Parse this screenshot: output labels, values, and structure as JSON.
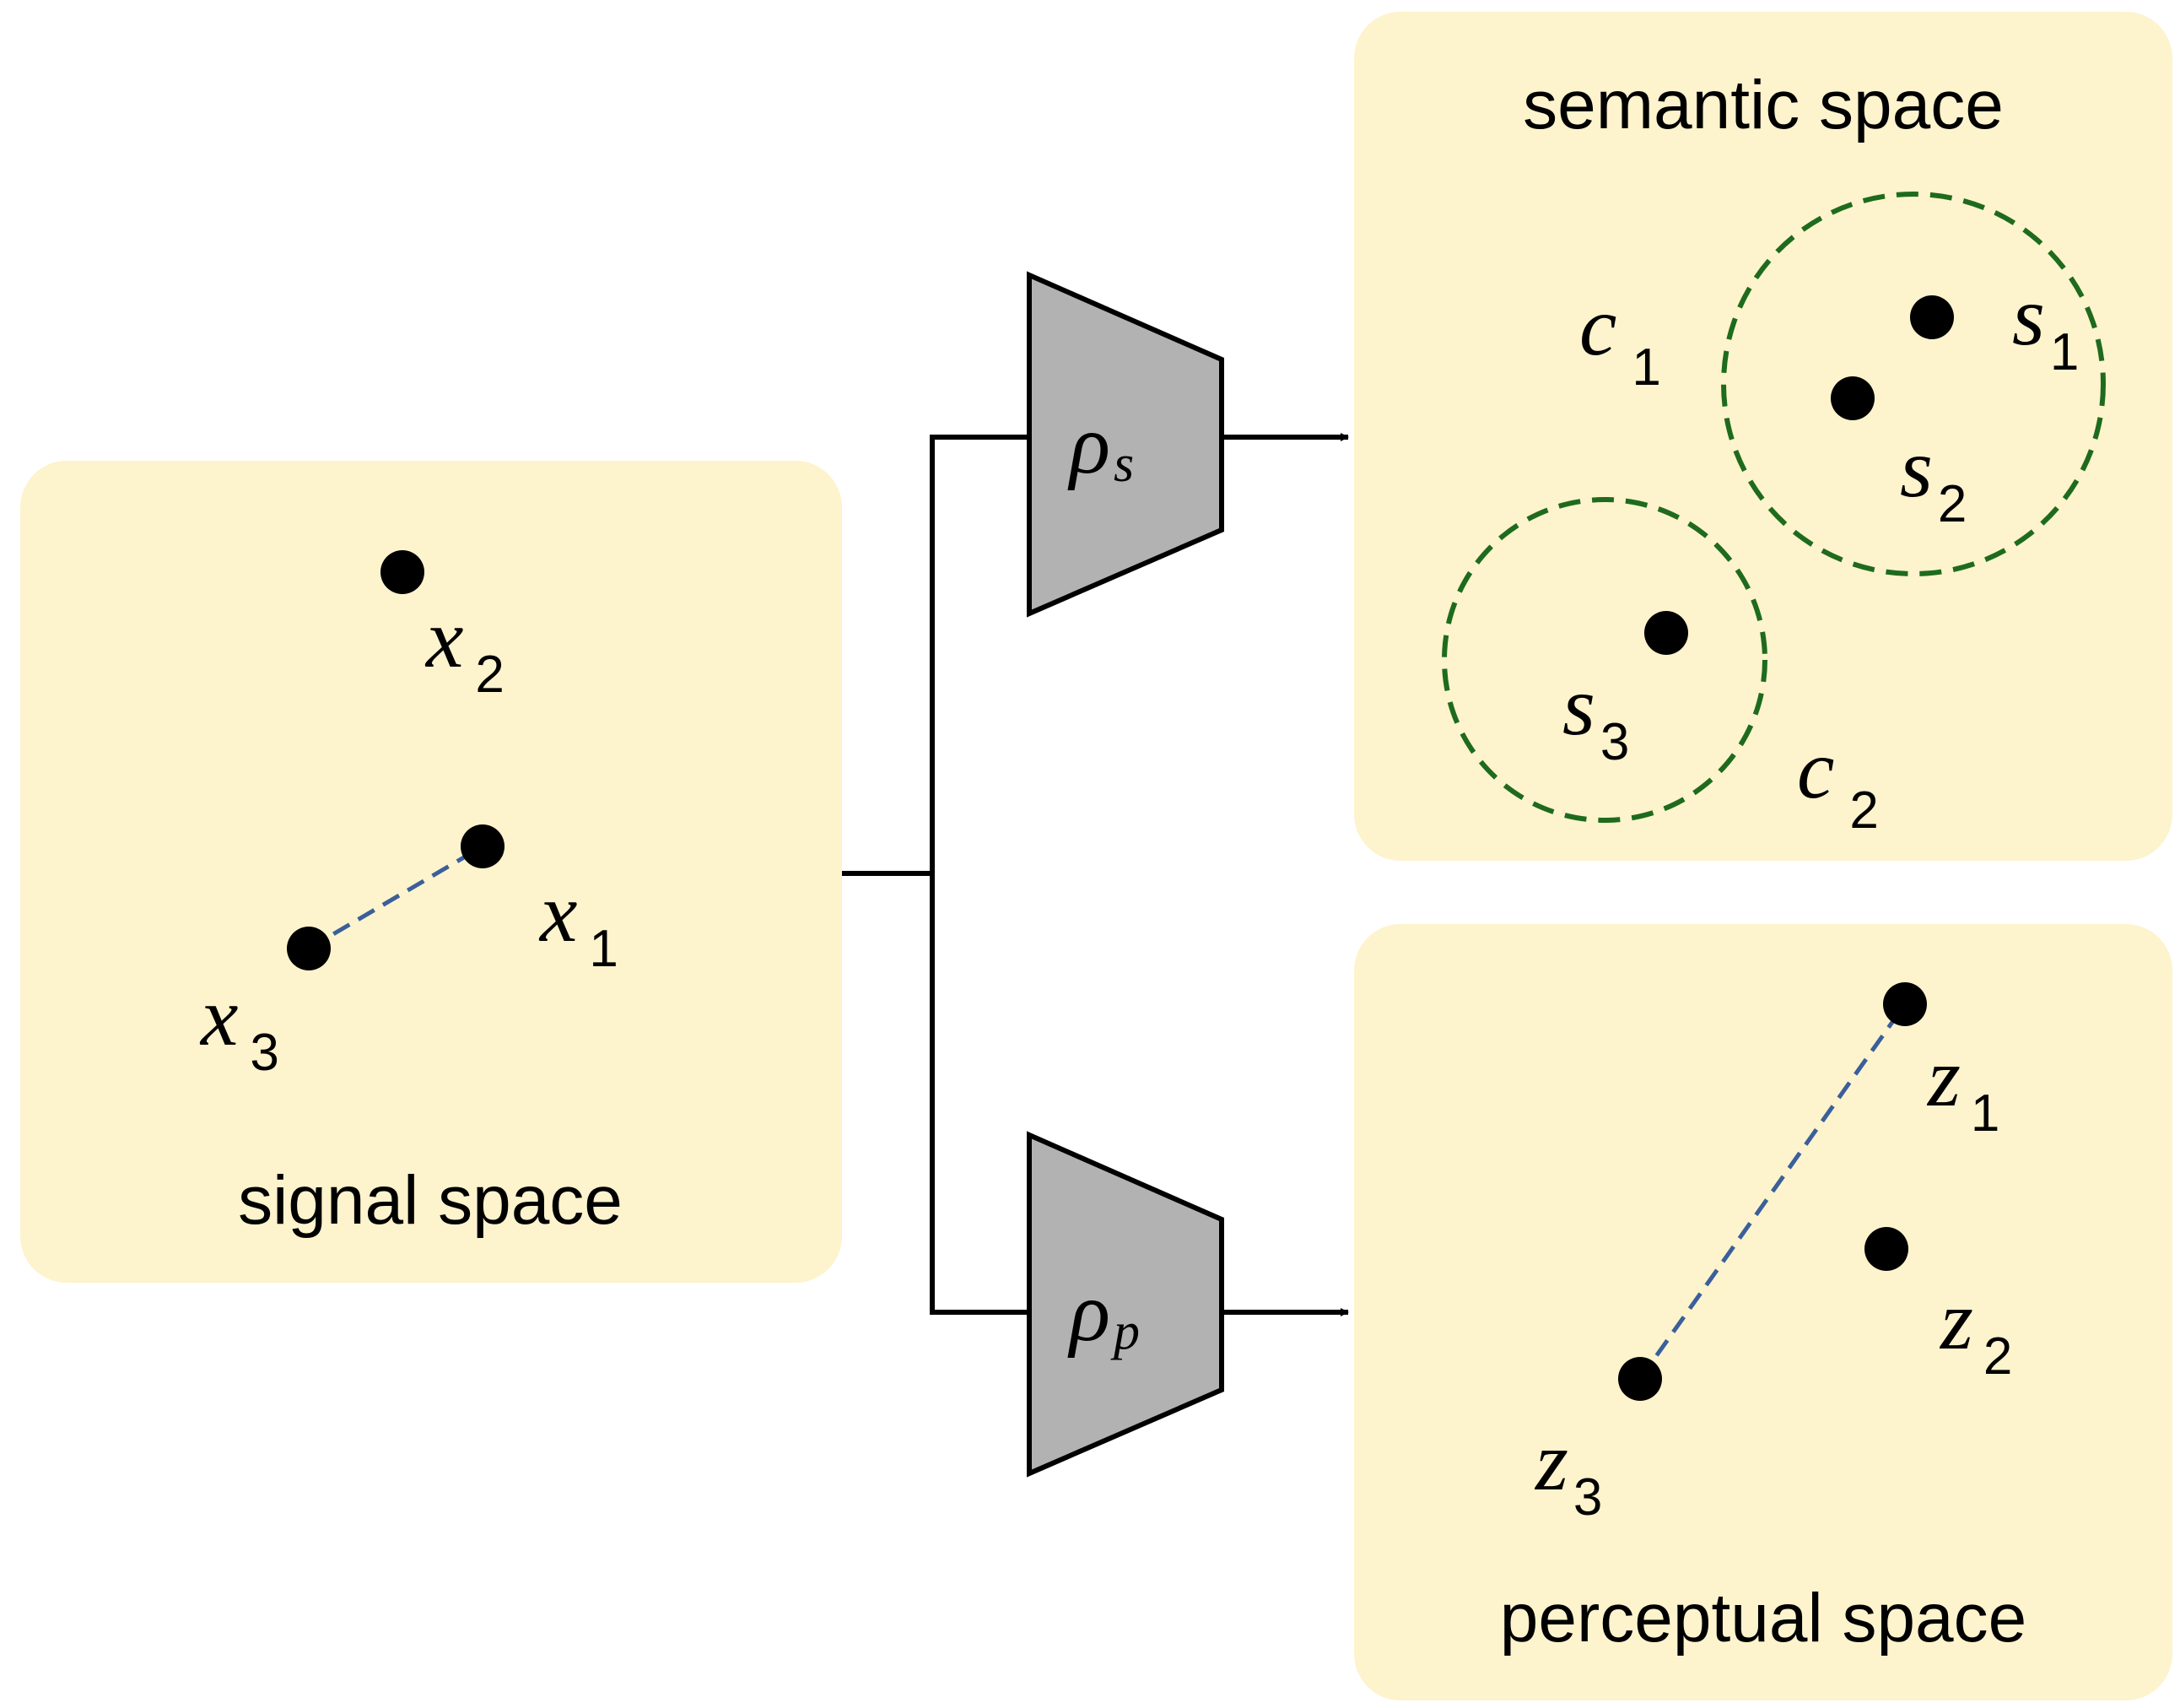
{
  "panels": {
    "signal": {
      "title": "signal space"
    },
    "semantic": {
      "title": "semantic space"
    },
    "perceptual": {
      "title": "perceptual space"
    }
  },
  "encoders": {
    "semantic": {
      "base": "ρ",
      "sub": "s"
    },
    "perceptual": {
      "base": "ρ",
      "sub": "p"
    }
  },
  "points": {
    "x1": {
      "base": "x",
      "sub": "1"
    },
    "x2": {
      "base": "x",
      "sub": "2"
    },
    "x3": {
      "base": "x",
      "sub": "3"
    },
    "s1": {
      "base": "s",
      "sub": "1"
    },
    "s2": {
      "base": "s",
      "sub": "2"
    },
    "s3": {
      "base": "s",
      "sub": "3"
    },
    "z1": {
      "base": "z",
      "sub": "1"
    },
    "z2": {
      "base": "z",
      "sub": "2"
    },
    "z3": {
      "base": "z",
      "sub": "3"
    }
  },
  "clusters": {
    "c1": {
      "base": "c",
      "sub": "1"
    },
    "c2": {
      "base": "c",
      "sub": "2"
    }
  },
  "colors": {
    "panel_fill": "#fdf3cd",
    "encoder_fill": "#b2b2b2",
    "cluster_stroke": "#1e6b1e",
    "distance_line": "#3a5f9a"
  }
}
